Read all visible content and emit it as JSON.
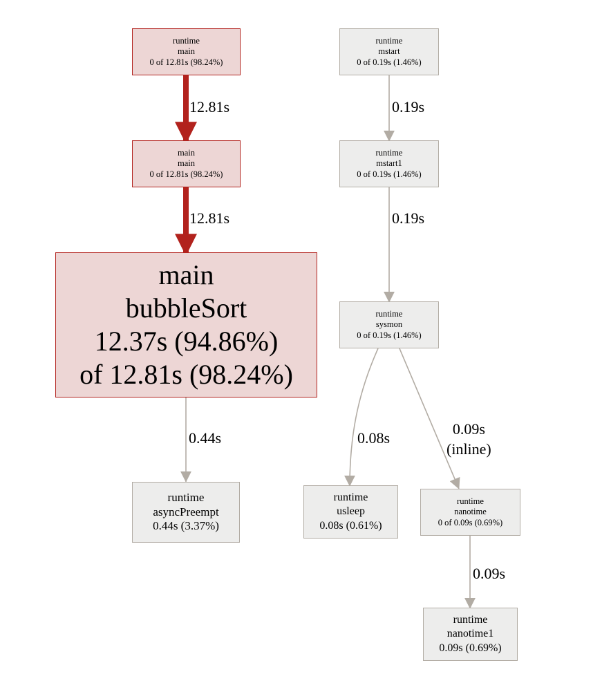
{
  "colors": {
    "hot_fill": "#edd6d5",
    "hot_border": "#b2221d",
    "cold_fill": "#ededec",
    "cold_border": "#b2aca4"
  },
  "nodes": {
    "runtime_main": {
      "pkg": "runtime",
      "func": "main",
      "stat": "0 of 12.81s (98.24%)"
    },
    "main_main": {
      "pkg": "main",
      "func": "main",
      "stat": "0 of 12.81s (98.24%)"
    },
    "bubbleSort": {
      "pkg": "main",
      "func": "bubbleSort",
      "flat": "12.37s (94.86%)",
      "cum": "of 12.81s (98.24%)"
    },
    "asyncPreempt": {
      "pkg": "runtime",
      "func": "asyncPreempt",
      "stat": "0.44s (3.37%)"
    },
    "mstart": {
      "pkg": "runtime",
      "func": "mstart",
      "stat": "0 of 0.19s (1.46%)"
    },
    "mstart1": {
      "pkg": "runtime",
      "func": "mstart1",
      "stat": "0 of 0.19s (1.46%)"
    },
    "sysmon": {
      "pkg": "runtime",
      "func": "sysmon",
      "stat": "0 of 0.19s (1.46%)"
    },
    "usleep": {
      "pkg": "runtime",
      "func": "usleep",
      "stat": "0.08s (0.61%)"
    },
    "nanotime": {
      "pkg": "runtime",
      "func": "nanotime",
      "stat": "0 of 0.09s (0.69%)"
    },
    "nanotime1": {
      "pkg": "runtime",
      "func": "nanotime1",
      "stat": "0.09s (0.69%)"
    }
  },
  "edges": {
    "main_to_mainmain": {
      "label": "12.81s"
    },
    "mainmain_to_bubble": {
      "label": "12.81s"
    },
    "bubble_to_async": {
      "label": "0.44s"
    },
    "mstart_to_mstart1": {
      "label": "0.19s"
    },
    "mstart1_to_sysmon": {
      "label": "0.19s"
    },
    "sysmon_to_usleep": {
      "label": "0.08s"
    },
    "sysmon_to_nanotime": {
      "label": "0.09s",
      "note": "(inline)"
    },
    "nanotime_to_nanotime1": {
      "label": "0.09s"
    }
  }
}
